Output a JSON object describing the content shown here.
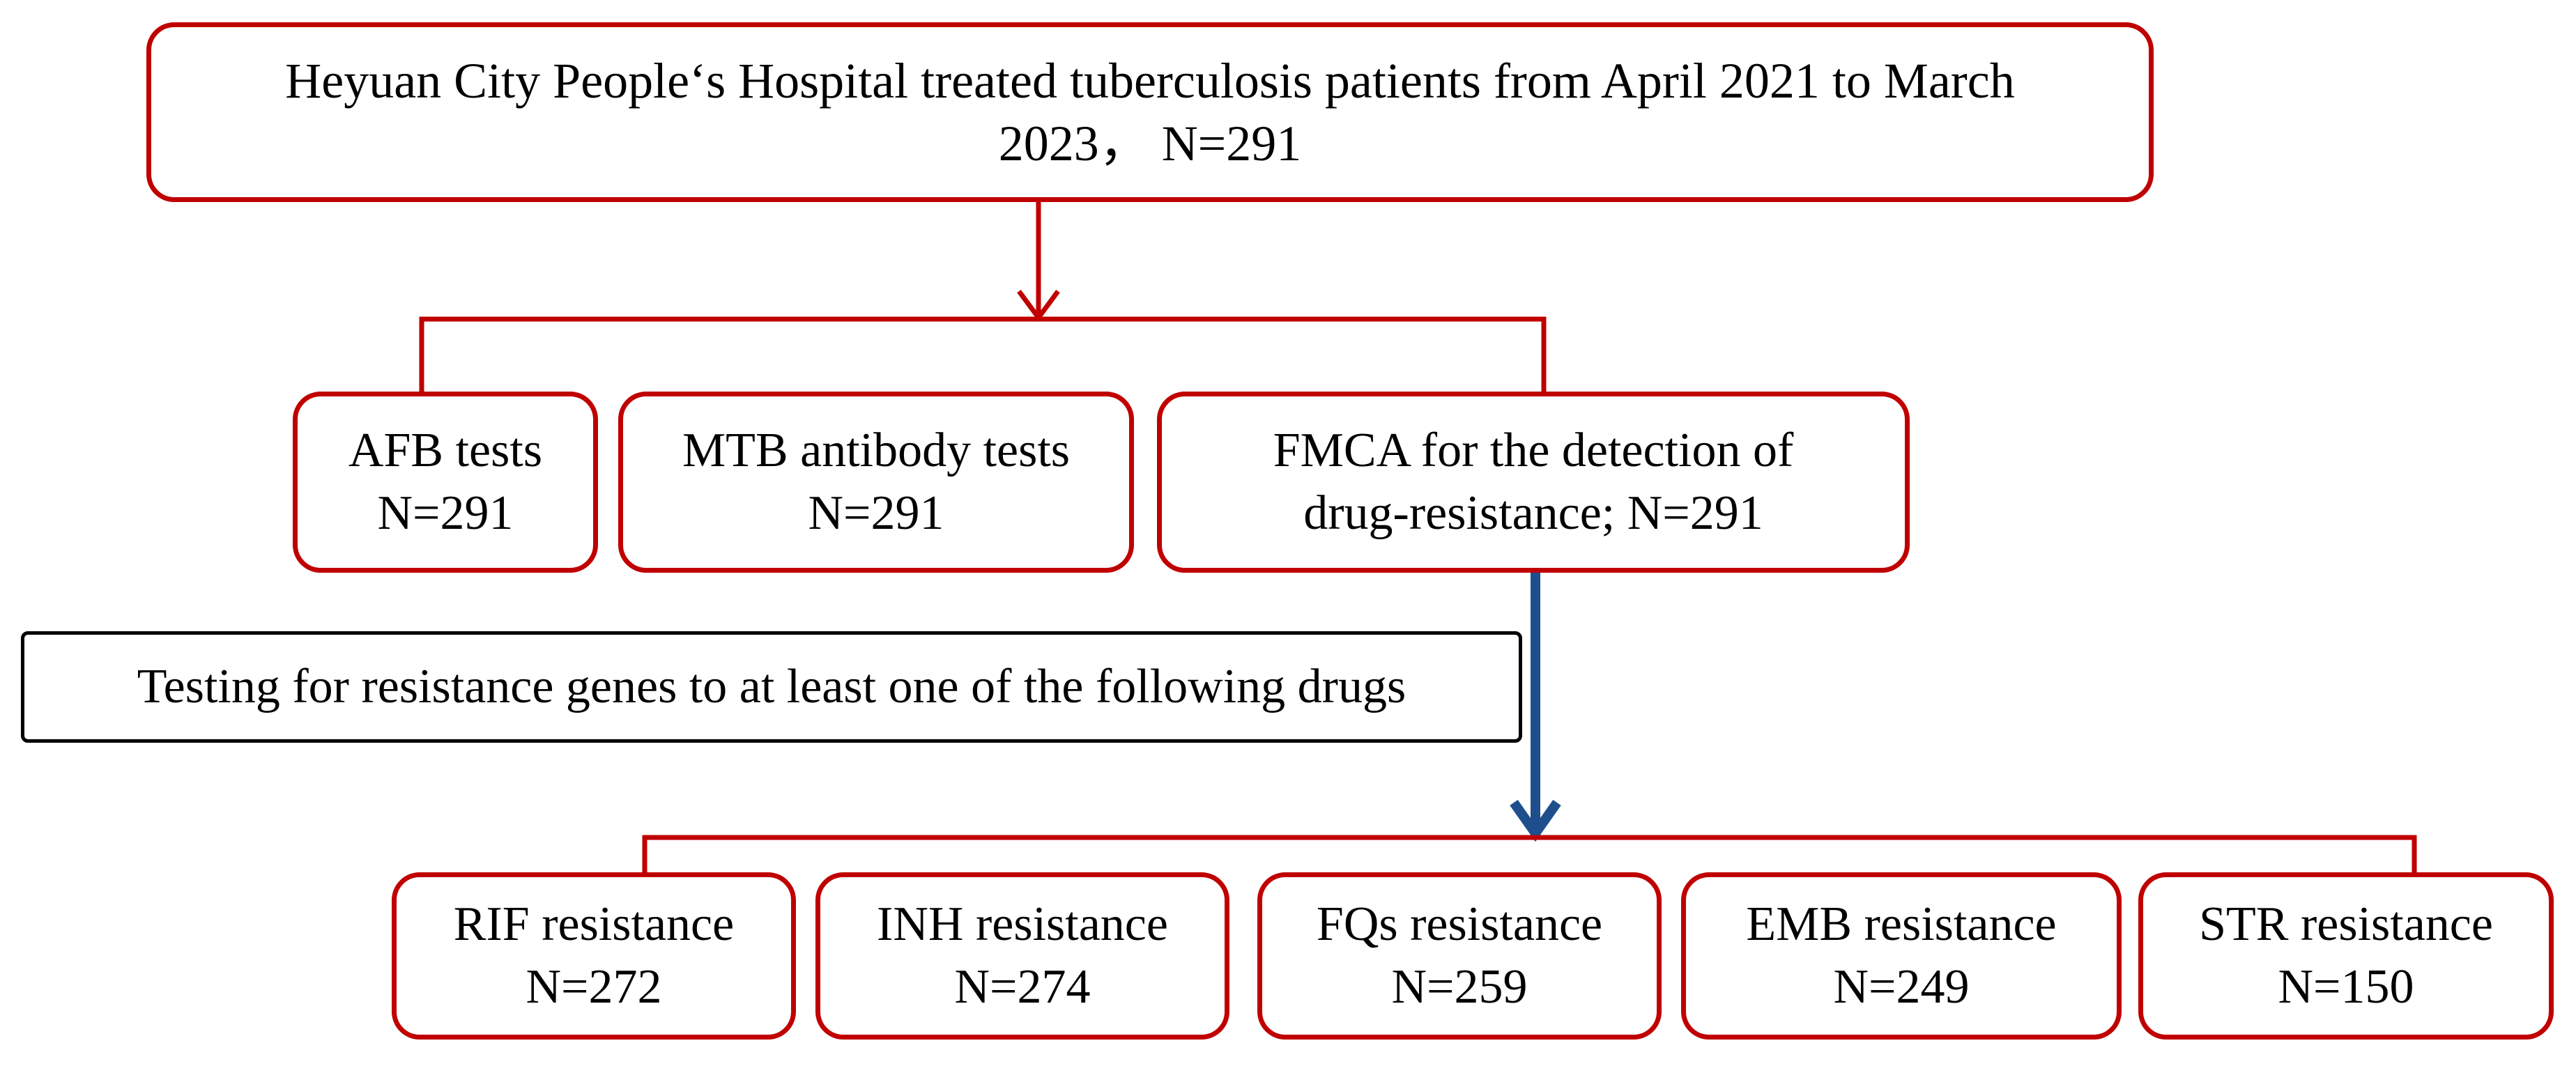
{
  "source": {
    "line1": "Heyuan City People‘s Hospital treated tuberculosis patients from April 2021 to March",
    "line2": "2023， N=291"
  },
  "tests": [
    {
      "line1": "AFB tests",
      "line2": "N=291"
    },
    {
      "line1": "MTB antibody tests",
      "line2": "N=291"
    },
    {
      "line1": "FMCA for the detection of",
      "line2": "drug-resistance; N=291"
    }
  ],
  "note": "Testing for resistance genes to at least one of the following drugs",
  "drugs": [
    {
      "line1": "RIF resistance",
      "line2": "N=272"
    },
    {
      "line1": "INH resistance",
      "line2": "N=274"
    },
    {
      "line1": "FQs resistance",
      "line2": "N=259"
    },
    {
      "line1": "EMB resistance",
      "line2": "N=249"
    },
    {
      "line1": "STR resistance",
      "line2": "N=150"
    }
  ],
  "colors": {
    "box_border": "#c00000",
    "connector_red": "#c00000",
    "arrow_blue": "#1f4e8c",
    "note_border": "#000000"
  }
}
